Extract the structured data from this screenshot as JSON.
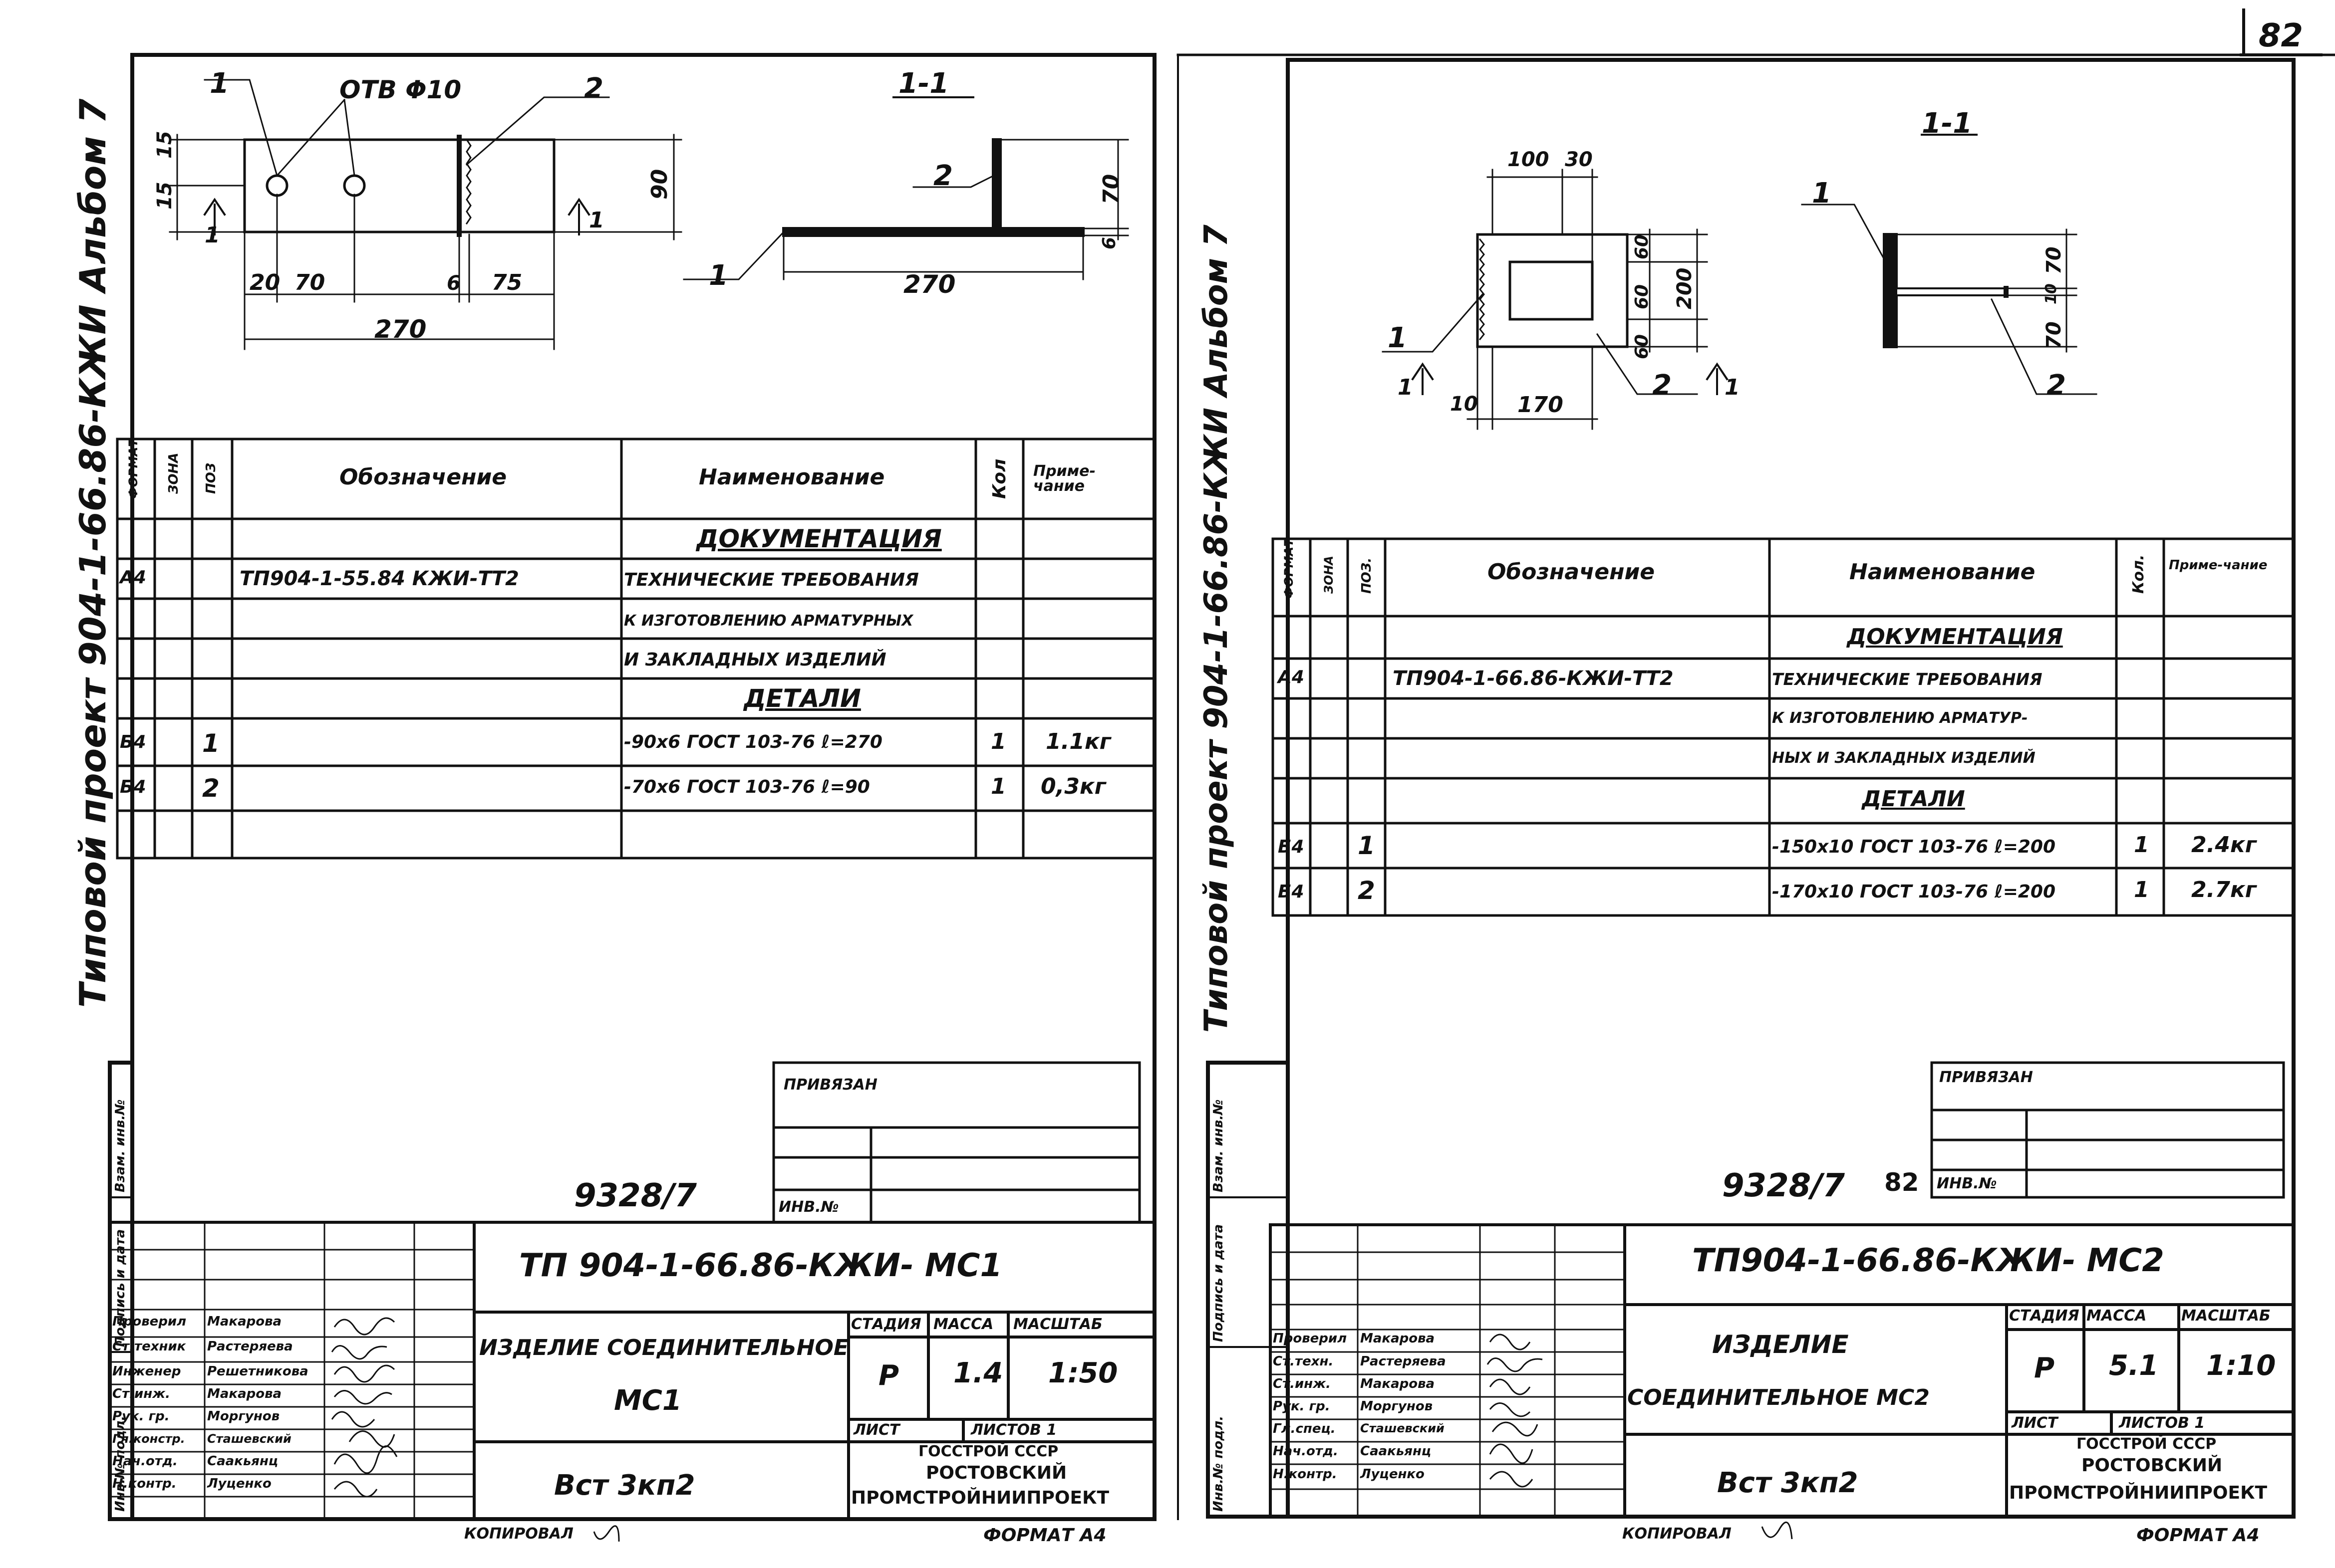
{
  "page_number": "82",
  "left_sheet": {
    "side_title": "Типовой проект 904-1-66.86-КЖИ Альбом 7",
    "drawing": {
      "holes_label": "отв Φ10",
      "section_label": "1-1",
      "section_mark": "1",
      "pos1": "1",
      "pos2": "2",
      "dims": {
        "d15a": "15",
        "d15b": "15",
        "d90": "90",
        "d20": "20",
        "d70": "70",
        "d6": "6",
        "d75": "75",
        "d270": "270",
        "d270b": "270",
        "d70v": "70",
        "d6v": "6"
      }
    },
    "spec": {
      "headers": {
        "format": "Формат",
        "zone": "Зона",
        "pos": "Поз",
        "designation": "Обозначение",
        "name": "Наименование",
        "qty": "Кол",
        "note": "Приме-чание"
      },
      "rows": [
        {
          "format": "",
          "pos": "",
          "designation": "",
          "name": "Документация",
          "qty": "",
          "note": ""
        },
        {
          "format": "А4",
          "pos": "",
          "designation": "ТП904-1-55.84 КЖИ-ТТ2",
          "name": "Технические требования",
          "qty": "",
          "note": ""
        },
        {
          "format": "",
          "pos": "",
          "designation": "",
          "name": "к изготовлению арматурных",
          "qty": "",
          "note": ""
        },
        {
          "format": "",
          "pos": "",
          "designation": "",
          "name": "и закладных изделий",
          "qty": "",
          "note": ""
        },
        {
          "format": "",
          "pos": "",
          "designation": "",
          "name": "Детали",
          "qty": "",
          "note": ""
        },
        {
          "format": "Б4",
          "pos": "1",
          "designation": "",
          "name": "-90x6 ГОСТ 103-76  ℓ=270",
          "qty": "1",
          "note": "1.1кг"
        },
        {
          "format": "Б4",
          "pos": "2",
          "designation": "",
          "name": "-70x6 ГОСТ 103-76  ℓ=90",
          "qty": "1",
          "note": "0,3кг"
        }
      ]
    },
    "privyazan": "Привязан",
    "inv_no": "Инв.№",
    "archive_no": "9328/7",
    "side_stamp": [
      "Инв.№ подл.",
      "Подпись и дата",
      "Взам. инв.№"
    ],
    "title_block": {
      "code": "ТП 904-1-66.86-КЖИ- МС1",
      "name": "Изделие соединительное",
      "mark": "МС1",
      "material": "Вст 3кп2",
      "stage_h": "Стадия",
      "mass_h": "Масса",
      "scale_h": "Масштаб",
      "stage": "Р",
      "mass": "1.4",
      "scale": "1:50",
      "sheet_h": "Лист",
      "sheets_h": "Листов 1",
      "org1": "Госстрой СССР",
      "org2": "Ростовский",
      "org3": "Промстройниипроект",
      "people": [
        {
          "role": "Проверил",
          "name": "Макарова"
        },
        {
          "role": "Ст.техник",
          "name": "Растеряева"
        },
        {
          "role": "Инженер",
          "name": "Решетникова"
        },
        {
          "role": "Ст.инж.",
          "name": "Макарова"
        },
        {
          "role": "Рук. гр.",
          "name": "Моргунов"
        },
        {
          "role": "Гл.констр.",
          "name": "Сташевский"
        },
        {
          "role": "Нач.отд.",
          "name": "Саакьянц"
        },
        {
          "role": "Н.контр.",
          "name": "Луценко"
        }
      ]
    },
    "copied": "Копировал",
    "format": "Формат А4"
  },
  "right_sheet": {
    "side_title": "Типовой проект 904-1-66.86-КЖИ Альбом 7",
    "drawing": {
      "section_label": "1-1",
      "section_mark": "1",
      "pos1": "1",
      "pos2": "2",
      "dims": {
        "d100": "100",
        "d30": "30",
        "d60a": "60",
        "d60b": "60",
        "d60c": "60",
        "d200": "200",
        "d10": "10",
        "d170": "170",
        "d70a": "70",
        "d10b": "10",
        "d70b": "70"
      }
    },
    "spec": {
      "headers": {
        "format": "Формат",
        "zone": "Зона",
        "pos": "Поз.",
        "designation": "Обозначение",
        "name": "Наименование",
        "qty": "Кол.",
        "note": "Приме-чание"
      },
      "rows": [
        {
          "format": "",
          "pos": "",
          "designation": "",
          "name": "Документация",
          "qty": "",
          "note": ""
        },
        {
          "format": "А4",
          "pos": "",
          "designation": "ТП904-1-66.86-КЖИ-ТТ2",
          "name": "Технические требования",
          "qty": "",
          "note": ""
        },
        {
          "format": "",
          "pos": "",
          "designation": "",
          "name": "к изготовлению арматур-",
          "qty": "",
          "note": ""
        },
        {
          "format": "",
          "pos": "",
          "designation": "",
          "name": "ных и закладных изделий",
          "qty": "",
          "note": ""
        },
        {
          "format": "",
          "pos": "",
          "designation": "",
          "name": "Детали",
          "qty": "",
          "note": ""
        },
        {
          "format": "Б4",
          "pos": "1",
          "designation": "",
          "name": "-150x10 ГОСТ 103-76 ℓ=200",
          "qty": "1",
          "note": "2.4кг"
        },
        {
          "format": "Б4",
          "pos": "2",
          "designation": "",
          "name": "-170x10 ГОСТ 103-76 ℓ=200",
          "qty": "1",
          "note": "2.7кг"
        }
      ]
    },
    "privyazan": "Привязан",
    "inv_no": "Инв.№",
    "archive_no": "9328/7",
    "archive_page": "82",
    "side_stamp": [
      "Инв.№ подл.",
      "Подпись и дата",
      "Взам. инв.№"
    ],
    "title_block": {
      "code": "ТП904-1-66.86-КЖИ- МС2",
      "name": "Изделие",
      "name2": "соединительное  МС2",
      "material": "Вст 3кп2",
      "stage_h": "Стадия",
      "mass_h": "Масса",
      "scale_h": "Масштаб",
      "stage": "Р",
      "mass": "5.1",
      "scale": "1:10",
      "sheet_h": "Лист",
      "sheets_h": "Листов 1",
      "org1": "Госстрой СССР",
      "org2": "Ростовский",
      "org3": "Промстройниипроект",
      "people": [
        {
          "role": "Проверил",
          "name": "Макарова"
        },
        {
          "role": "Ст.техн.",
          "name": "Растеряева"
        },
        {
          "role": "Ст.инж.",
          "name": "Макарова"
        },
        {
          "role": "Рук. гр.",
          "name": "Моргунов"
        },
        {
          "role": "Гл.спец.",
          "name": "Сташевский"
        },
        {
          "role": "Нач.отд.",
          "name": "Саакьянц"
        },
        {
          "role": "Н.контр.",
          "name": "Луценко"
        }
      ]
    },
    "copied": "Копировал",
    "format": "Формат А4"
  }
}
